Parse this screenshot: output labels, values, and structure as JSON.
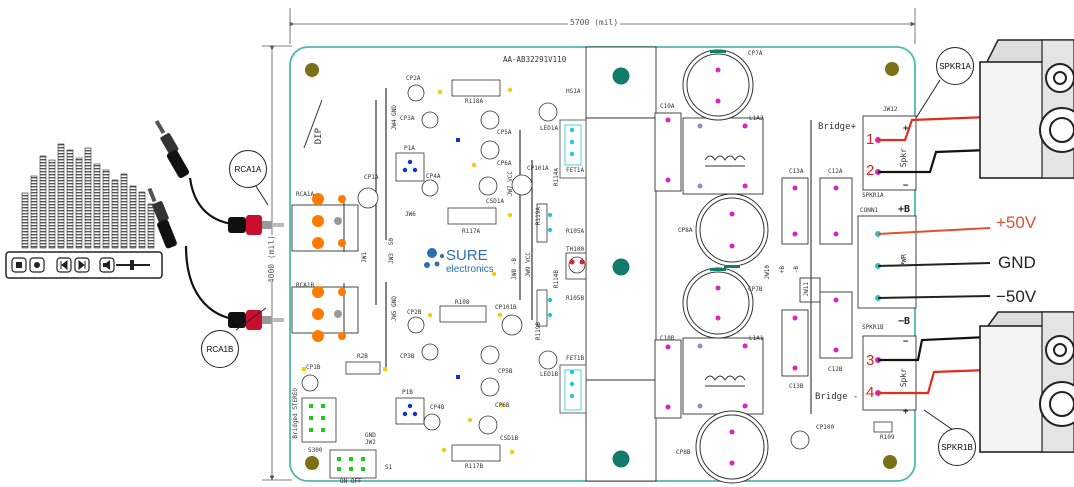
{
  "dimensions": {
    "width_label": "5700 (mil)",
    "height_label": "4000 (mil)"
  },
  "board": {
    "part_number": "AA-AB32291V110",
    "logo": {
      "name": "SURE",
      "sub": "electronics"
    },
    "dip_label": "DIP",
    "top_labels": {
      "cp2a": "CP2A",
      "cp3a": "CP3A",
      "r118a": "R118A",
      "jw4": "JW4 GND",
      "cp5a": "CP5A",
      "led1a": "LED1A",
      "hs1a": "HS1A",
      "fet1a": "FET1A",
      "cp6a": "CP6A",
      "cp7a": "CP7A",
      "l1a2": "L1A2",
      "c10a": "C10A",
      "jw12": "JW12",
      "bridge_plus": "Bridge+",
      "c13a": "C13A",
      "c12a": "C12A",
      "spkr1a": "SPKR1A",
      "conn1": "CONN1",
      "p1a": "P1A",
      "cp4a": "CP4A",
      "cp1a": "CP1A",
      "jw6": "JW6",
      "r117a": "R117A",
      "csd1a": "CSD1A",
      "cp101a": "CP101A",
      "r119a": "R119A",
      "r105a": "R105A",
      "r114a": "R114A",
      "jw7": "JW7 VCC",
      "th100": "TH100",
      "rca1a": "RCA1A",
      "jw1": "JW1",
      "jw3": "JW3",
      "s0": "S0",
      "cp8a": "CP8A",
      "jw8": "JW8 -B",
      "jw9": "JW9 VCC"
    },
    "bottom_labels": {
      "rca1b": "RCA1B",
      "jw5": "JW5 GND",
      "r108": "R108",
      "cp2b": "CP2B",
      "cp101b": "CP101B",
      "r114b": "R114B",
      "r105b": "R105B",
      "r119b": "R119B",
      "cp7b": "CP7B",
      "jw10": "JW10",
      "jw11": "JW11",
      "c13b": "C13B",
      "c12b": "C12B",
      "spkr1b": "SPKR1B",
      "cp1b": "CP1B",
      "r2b": "R2B",
      "cp3b": "CP3B",
      "cp5b": "CP5B",
      "led1b": "LED1B",
      "fet1b": "FET1B",
      "c10b": "C10B",
      "l1a1": "L1A1",
      "p1b": "P1B",
      "cp4b": "CP4B",
      "cp6b": "CP6B",
      "csd1b": "CSD1B",
      "bridge_minus": "Bridge -",
      "cp100": "CP100",
      "r109": "R109",
      "s300": "S300",
      "bridged_stereo": "Bridged STEREO",
      "gnd": "GND",
      "jw2": "JW2",
      "s1": "S1",
      "on_off": "ON  OFF",
      "r117b": "R117B",
      "cp8b": "CP8B",
      "spkr_a": "Spkr",
      "spkr_b": "Spkr",
      "pwr": "PWR",
      "plus_b": "-B",
      "minus_b": "+B"
    },
    "terminals": {
      "top_plus": "+",
      "top_minus": "−",
      "pwr_plus": "+B",
      "pwr_minus": "−B",
      "bot_minus": "−",
      "bot_plus": "+"
    }
  },
  "callouts": {
    "rca1a": "RCA1A",
    "rca1b": "RCA1B",
    "spkr1a": "SPKR1A",
    "spkr1b": "SPKR1B"
  },
  "wiring": {
    "numbers": [
      "1",
      "2",
      "3",
      "4"
    ],
    "power": [
      {
        "label": "+50V",
        "color": "#e0502a"
      },
      {
        "label": "GND",
        "color": "#222222"
      },
      {
        "label": "−50V",
        "color": "#222222"
      }
    ]
  },
  "colors": {
    "board_outline": "#4fb8b0",
    "heatsink_dot": "#117c6c",
    "mount_hole": "#7a7015",
    "wire_red": "#e0301c",
    "pad_orange": "#ff7a00",
    "pad_magenta": "#e020c0",
    "pad_cyan": "#20c8d8"
  },
  "icons": {
    "player_controls": [
      "stop-icon",
      "record-icon",
      "previous-icon",
      "next-icon",
      "volume-icon"
    ]
  }
}
